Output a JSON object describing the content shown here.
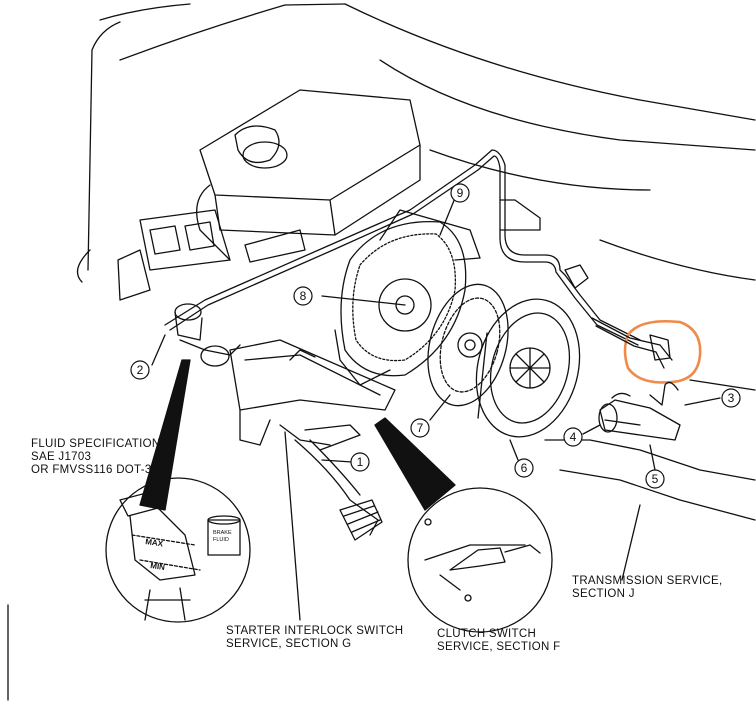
{
  "callouts": {
    "n1": "1",
    "n2": "2",
    "n3": "3",
    "n4": "4",
    "n5": "5",
    "n6": "6",
    "n7": "7",
    "n8": "8",
    "n9": "9"
  },
  "fluid_spec": {
    "line1": "FLUID SPECIFICATION",
    "line2": "SAE J1703",
    "line3": "OR FMVSS116 DOT-3"
  },
  "reservoir": {
    "max": "MAX",
    "min": "MIN",
    "bottle_line1": "BRAKE",
    "bottle_line2": "FLUID"
  },
  "transmission": {
    "line1": "TRANSMISSION SERVICE,",
    "line2": "SECTION J"
  },
  "starter": {
    "line1": "STARTER INTERLOCK SWITCH",
    "line2": "SERVICE, SECTION G"
  },
  "clutch_switch": {
    "line1": "CLUTCH SWITCH",
    "line2": "SERVICE, SECTION F"
  },
  "colors": {
    "ink": "#111111",
    "highlight": "#f08a4b"
  }
}
